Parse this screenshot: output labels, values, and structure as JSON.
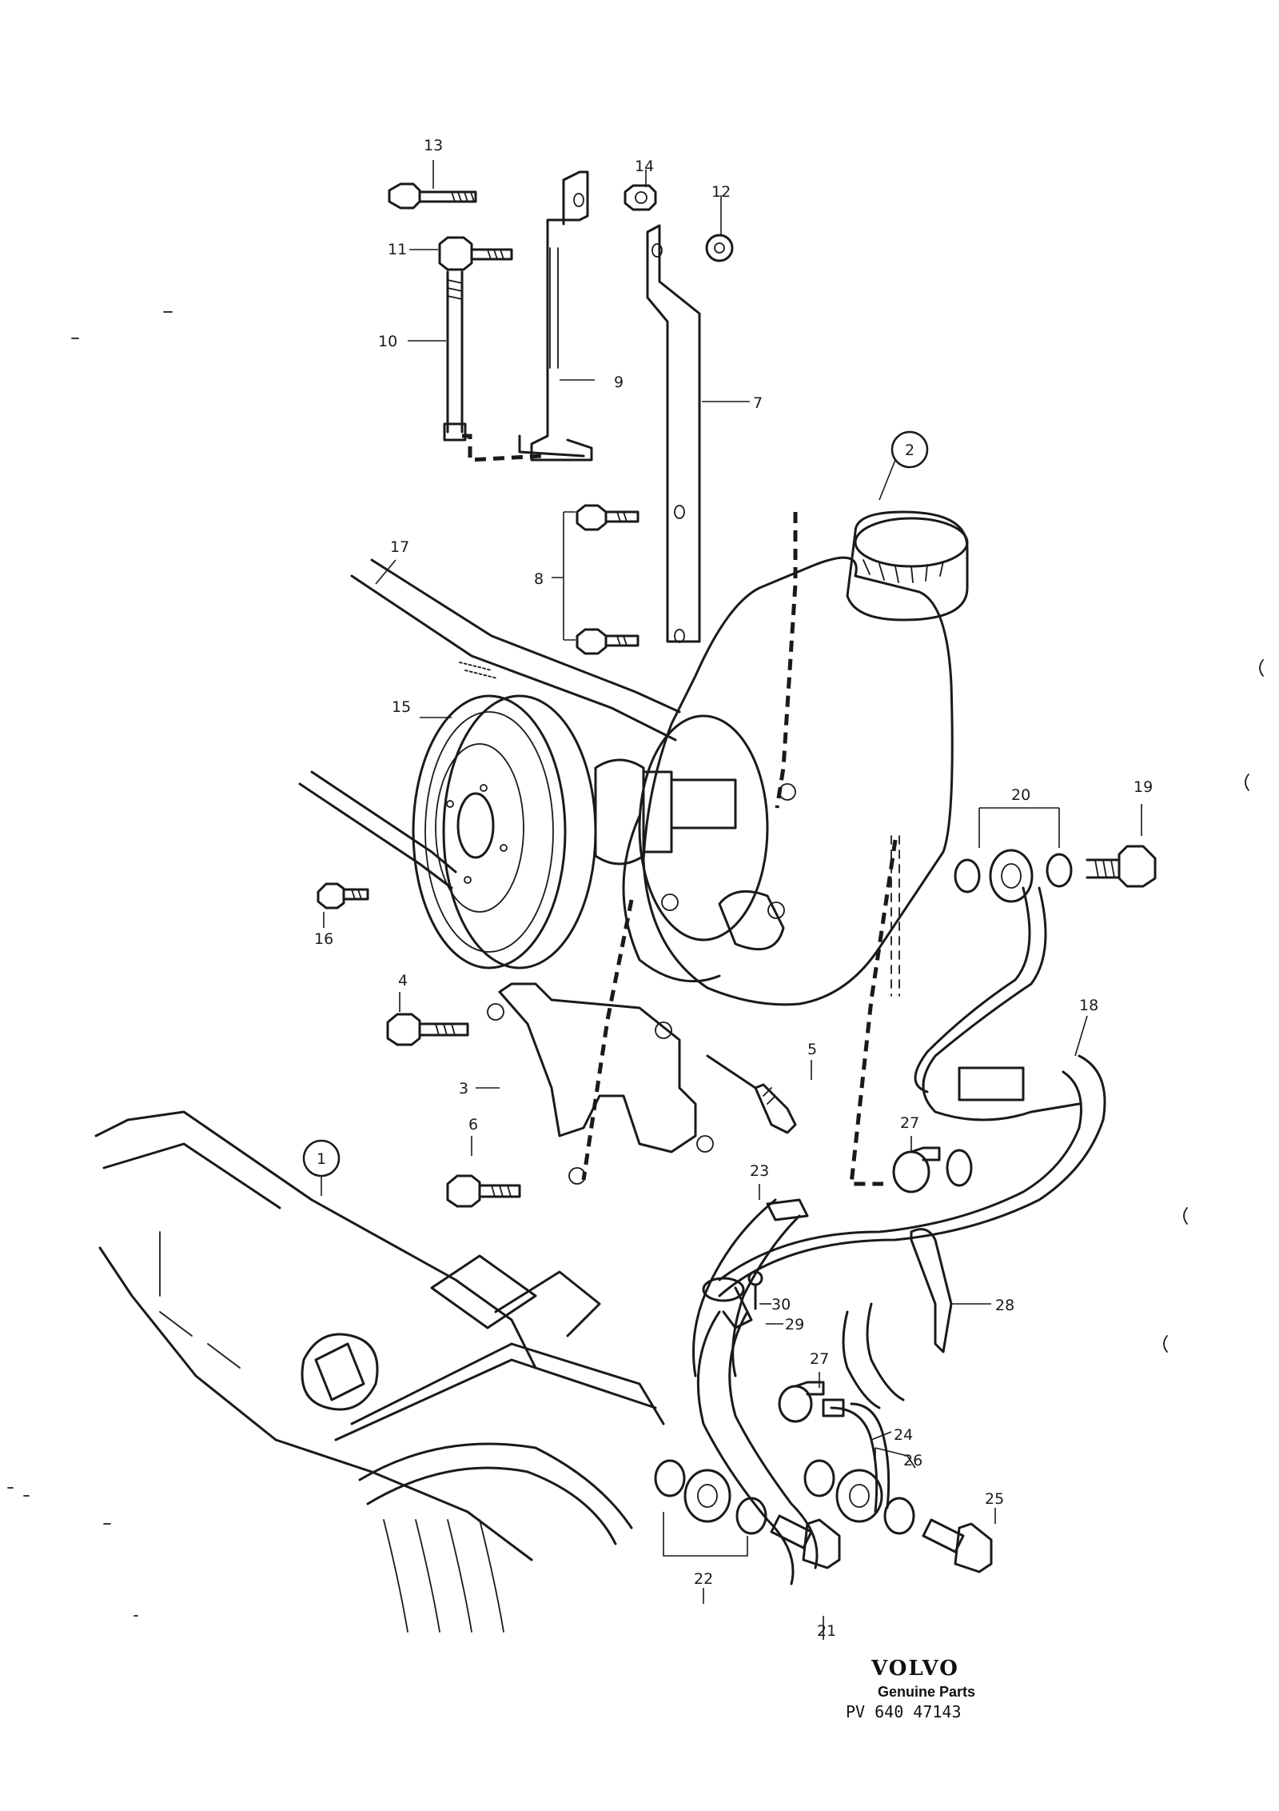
{
  "brand": {
    "name": "VOLVO",
    "tagline": "Genuine Parts",
    "code": "PV 640 47143"
  },
  "callouts": {
    "c1": "1",
    "c2": "2"
  },
  "labels": {
    "l3": "3",
    "l4": "4",
    "l5": "5",
    "l6": "6",
    "l7": "7",
    "l8": "8",
    "l9": "9",
    "l10": "10",
    "l11": "11",
    "l12": "12",
    "l13": "13",
    "l14": "14",
    "l15": "15",
    "l16": "16",
    "l17": "17",
    "l18": "18",
    "l19": "19",
    "l20": "20",
    "l21": "21",
    "l22": "22",
    "l23": "23",
    "l24": "24",
    "l25": "25",
    "l26": "26",
    "l27a": "27",
    "l27b": "27",
    "l28": "28",
    "l29": "29",
    "l30": "30"
  }
}
